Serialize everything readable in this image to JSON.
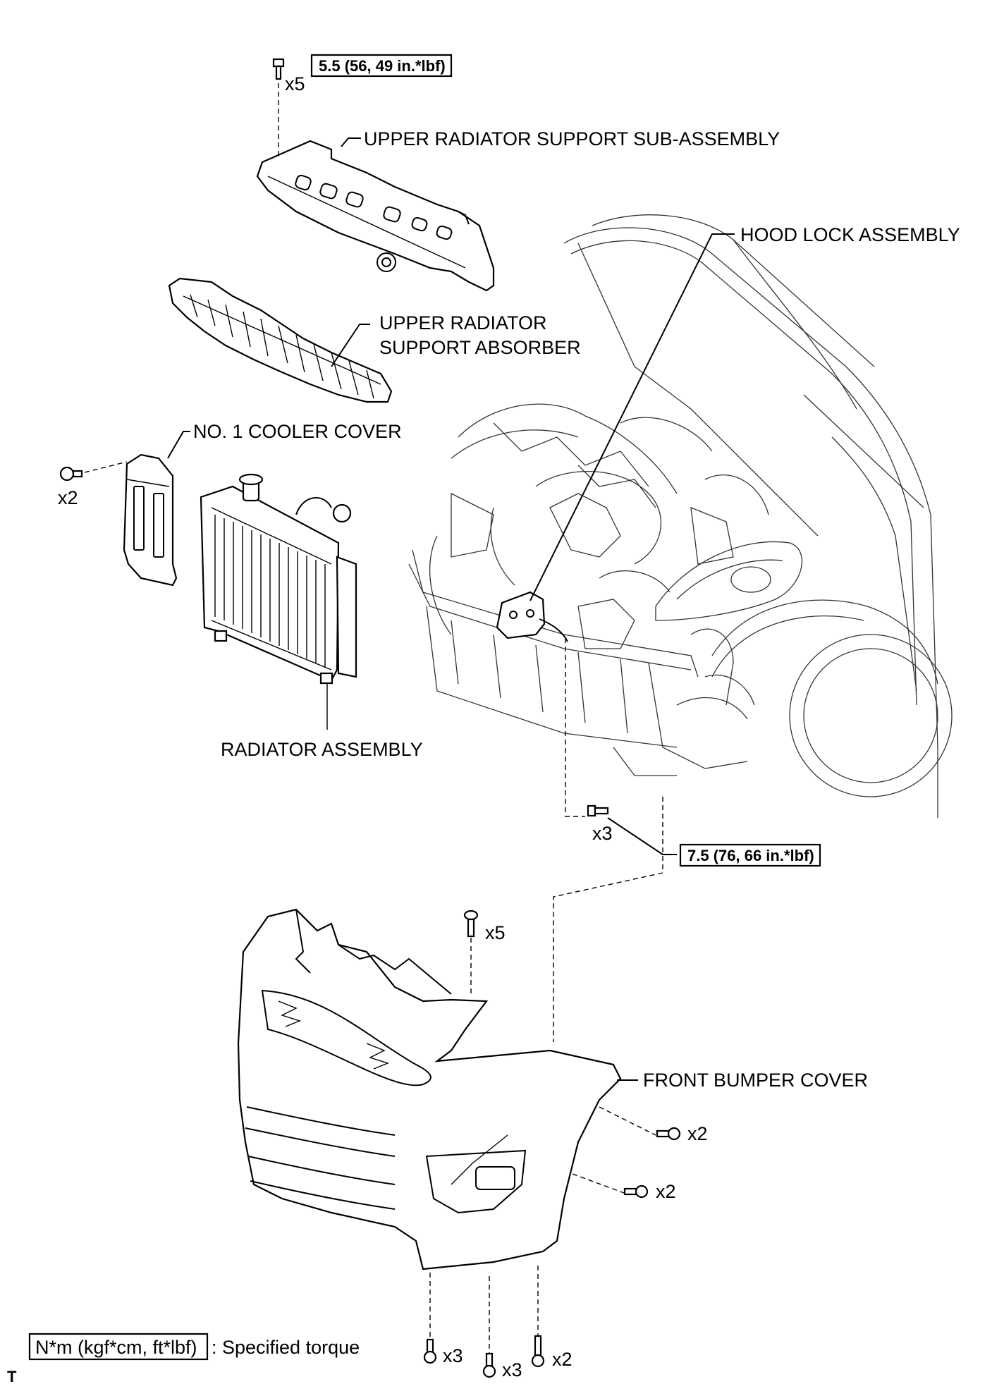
{
  "labels": {
    "upper_radiator_support": "UPPER RADIATOR SUPPORT SUB-ASSEMBLY",
    "hood_lock": "HOOD LOCK ASSEMBLY",
    "absorber_line1": "UPPER RADIATOR",
    "absorber_line2": "SUPPORT ABSORBER",
    "cooler_cover": "NO. 1 COOLER COVER",
    "radiator": "RADIATOR ASSEMBLY",
    "bumper_cover": "FRONT BUMPER COVER"
  },
  "torques": {
    "upper_support": "5.5 (56, 49 in.*lbf)",
    "hood_lock": "7.5 (76, 66 in.*lbf)"
  },
  "quantities": {
    "upper_bolts": "x5",
    "cooler_clips": "x2",
    "hood_lock_bolts": "x3",
    "bumper_clips_top": "x5",
    "bumper_screws_side_upper": "x2",
    "bumper_screws_side_lower": "x2",
    "bumper_bottom_left": "x3",
    "bumper_bottom_center": "x3",
    "bumper_bottom_right": "x2"
  },
  "legend": {
    "unit": "N*m (kgf*cm, ft*lbf)",
    "description": ": Specified torque"
  },
  "corner_mark": "T"
}
